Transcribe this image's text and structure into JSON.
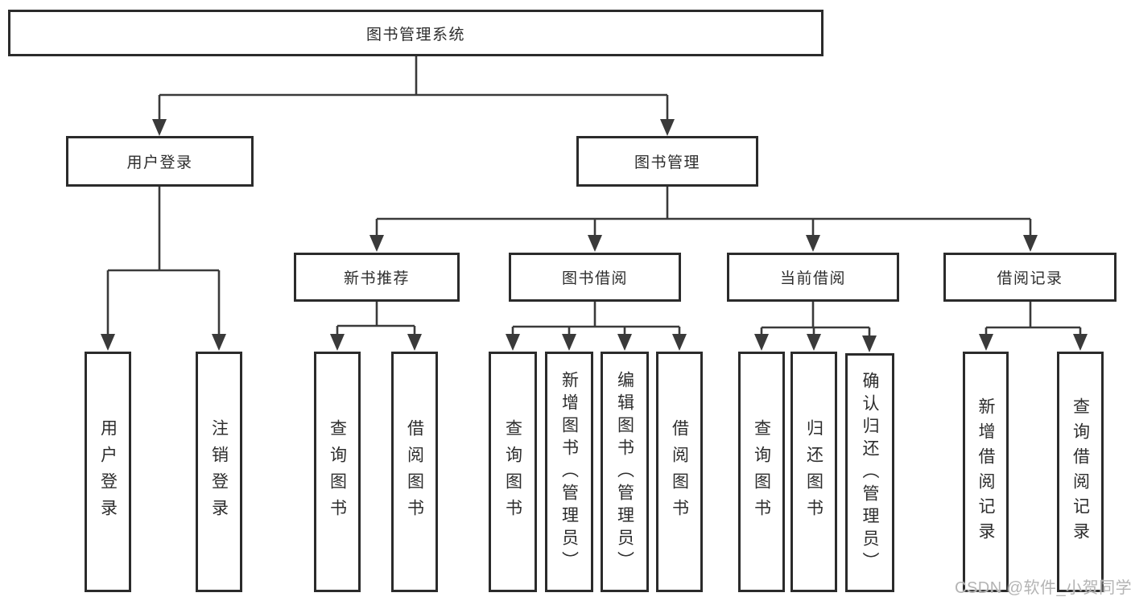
{
  "tree": {
    "root": {
      "label": "图书管理系统"
    },
    "branches": [
      {
        "label": "用户登录",
        "children": [
          {
            "label": "用户登录"
          },
          {
            "label": "注销登录"
          }
        ]
      },
      {
        "label": "图书管理",
        "children": [
          {
            "label": "新书推荐",
            "children": [
              {
                "label": "查询图书"
              },
              {
                "label": "借阅图书"
              }
            ]
          },
          {
            "label": "图书借阅",
            "children": [
              {
                "label": "查询图书"
              },
              {
                "label": "新增图书（管理员）"
              },
              {
                "label": "编辑图书（管理员）"
              },
              {
                "label": "借阅图书"
              }
            ]
          },
          {
            "label": "当前借阅",
            "children": [
              {
                "label": "查询图书"
              },
              {
                "label": "归还图书"
              },
              {
                "label": "确认归还（管理员）"
              }
            ]
          },
          {
            "label": "借阅记录",
            "children": [
              {
                "label": "新增借阅记录"
              },
              {
                "label": "查询借阅记录"
              }
            ]
          }
        ]
      }
    ]
  },
  "watermark": "CSDN @软件_小贺同学",
  "colors": {
    "line": "#3a3a3a",
    "border": "#2b2b2b",
    "text": "#2d2d2d",
    "watermark": "#b4b4b4",
    "background": "#ffffff"
  }
}
